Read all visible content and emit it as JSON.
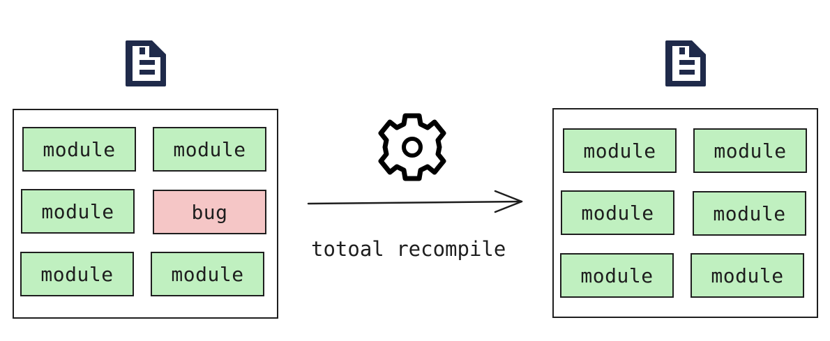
{
  "colors": {
    "module_fill": "#c0f0c0",
    "bug_fill": "#f5c6c6",
    "stroke": "#1e1e1e",
    "doc_icon": "#1f2a4a"
  },
  "before": {
    "modules": [
      {
        "label": "module",
        "status": "ok"
      },
      {
        "label": "module",
        "status": "ok"
      },
      {
        "label": "module",
        "status": "ok"
      },
      {
        "label": "bug",
        "status": "bug"
      },
      {
        "label": "module",
        "status": "ok"
      },
      {
        "label": "module",
        "status": "ok"
      }
    ]
  },
  "after": {
    "modules": [
      {
        "label": "module",
        "status": "ok"
      },
      {
        "label": "module",
        "status": "ok"
      },
      {
        "label": "module",
        "status": "ok"
      },
      {
        "label": "module",
        "status": "ok"
      },
      {
        "label": "module",
        "status": "ok"
      },
      {
        "label": "module",
        "status": "ok"
      }
    ]
  },
  "process": {
    "caption": "totoal recompile",
    "icon": "gear-icon"
  }
}
